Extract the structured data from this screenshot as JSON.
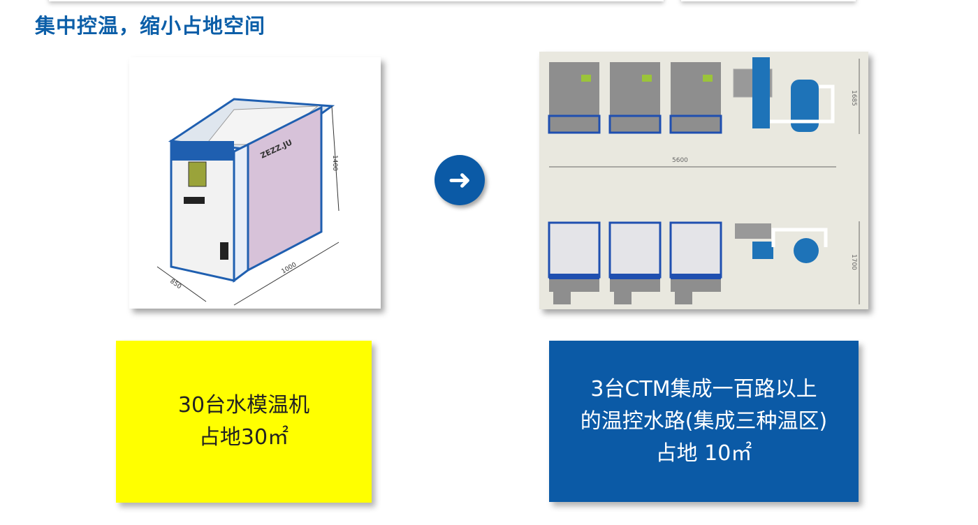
{
  "title": "集中控温，缩小占地空间",
  "left_card": {
    "line1": "30台水模温机",
    "line2": "占地30㎡"
  },
  "right_card": {
    "line1": "3台CTM集成一百路以上",
    "line2": "的温控水路(集成三种温区)",
    "line3": "占地 10㎡"
  },
  "arrow_icon": "arrow-right-icon",
  "left_drawing": {
    "dim_height": "1400",
    "dim_depth": "850",
    "dim_width": "1000",
    "brand": "ZEZZ.JU"
  },
  "right_drawing": {
    "dim_width": "5600",
    "dim_height_top": "1685",
    "dim_height_bottom": "1700"
  },
  "colors": {
    "title": "#0b5ea8",
    "yellow": "#ffff00",
    "blue": "#0b5aa6"
  }
}
